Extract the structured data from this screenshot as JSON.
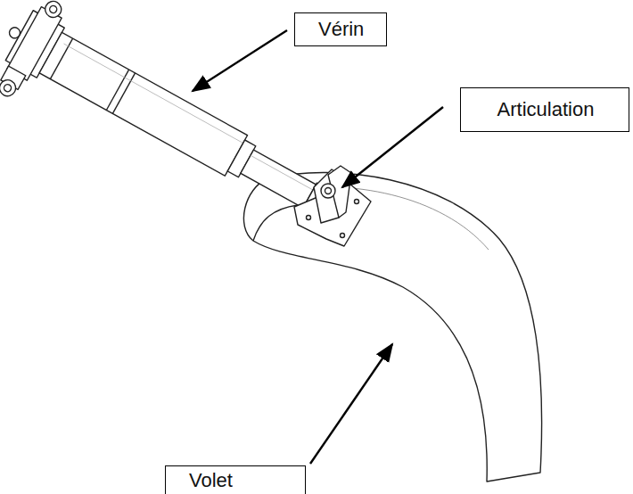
{
  "diagram": {
    "nodes": [
      {
        "text": [
          "Vérin"
        ]
      },
      {
        "text": [
          "Articulation"
        ]
      },
      {
        "text": [
          "Volet"
        ]
      }
    ]
  }
}
